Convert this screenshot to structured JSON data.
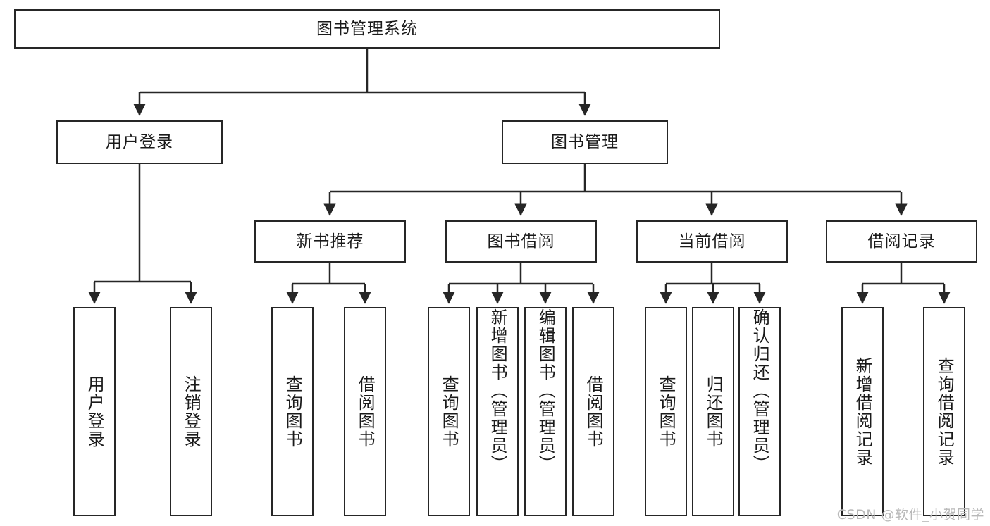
{
  "diagram": {
    "type": "tree-hierarchy",
    "root": {
      "id": "root",
      "label": "图书管理系统"
    },
    "level2": [
      {
        "id": "user-login",
        "label": "用户登录"
      },
      {
        "id": "book-management",
        "label": "图书管理"
      }
    ],
    "level3": [
      {
        "id": "new-book-recommend",
        "label": "新书推荐",
        "parent": "book-management"
      },
      {
        "id": "book-borrow",
        "label": "图书借阅",
        "parent": "book-management"
      },
      {
        "id": "current-borrow",
        "label": "当前借阅",
        "parent": "book-management"
      },
      {
        "id": "borrow-record",
        "label": "借阅记录",
        "parent": "book-management"
      }
    ],
    "leaves": {
      "user_login": [
        {
          "id": "leaf-user-login",
          "label": "用户登录"
        },
        {
          "id": "leaf-logout-login",
          "label": "注销登录"
        }
      ],
      "new_book_recommend": [
        {
          "id": "leaf-query-book-1",
          "label": "查询图书"
        },
        {
          "id": "leaf-borrow-book-1",
          "label": "借阅图书"
        }
      ],
      "book_borrow": [
        {
          "id": "leaf-query-book-2",
          "label": "查询图书"
        },
        {
          "id": "leaf-add-book",
          "label": "新增图书（管理员）"
        },
        {
          "id": "leaf-edit-book",
          "label": "编辑图书（管理员）"
        },
        {
          "id": "leaf-borrow-book-2",
          "label": "借阅图书"
        }
      ],
      "current_borrow": [
        {
          "id": "leaf-query-book-3",
          "label": "查询图书"
        },
        {
          "id": "leaf-return-book",
          "label": "归还图书"
        },
        {
          "id": "leaf-confirm-return",
          "label": "确认归还（管理员）"
        }
      ],
      "borrow_record": [
        {
          "id": "leaf-add-record",
          "label": "新增借阅记录"
        },
        {
          "id": "leaf-query-record",
          "label": "查询借阅记录"
        }
      ]
    }
  },
  "watermark": {
    "text": "CSDN @软件_小贺同学"
  },
  "colors": {
    "stroke": "#262626",
    "text": "#1a1a1a",
    "background": "#ffffff",
    "watermark": "#b9b9b9"
  }
}
